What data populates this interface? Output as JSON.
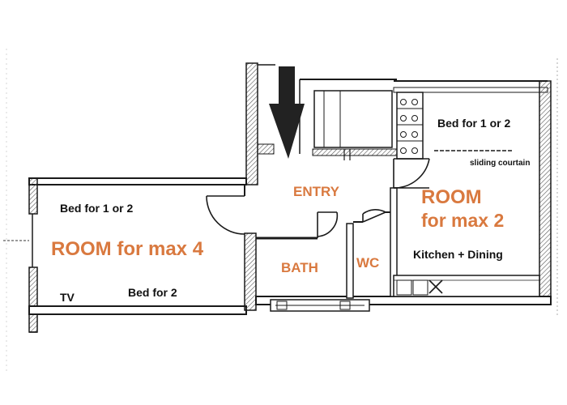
{
  "colors": {
    "room_label": "#d9793f",
    "furniture_label": "#111111",
    "wall": "#1a1a1a",
    "arrow": "#222222"
  },
  "icons": {
    "entrance": "down-arrow-icon"
  },
  "rooms": {
    "entry": "ENTRY",
    "room4": "ROOM for max 4",
    "room2_line1": "ROOM",
    "room2_line2": "for max 2",
    "bath": "BATH",
    "wc": "WC"
  },
  "furniture": {
    "bed_left": "Bed for 1 or 2",
    "bed_2": "Bed for 2",
    "tv": "TV",
    "bed_right": "Bed for 1 or 2",
    "curtain": "sliding courtain",
    "kitchen": "Kitchen + Dining"
  }
}
